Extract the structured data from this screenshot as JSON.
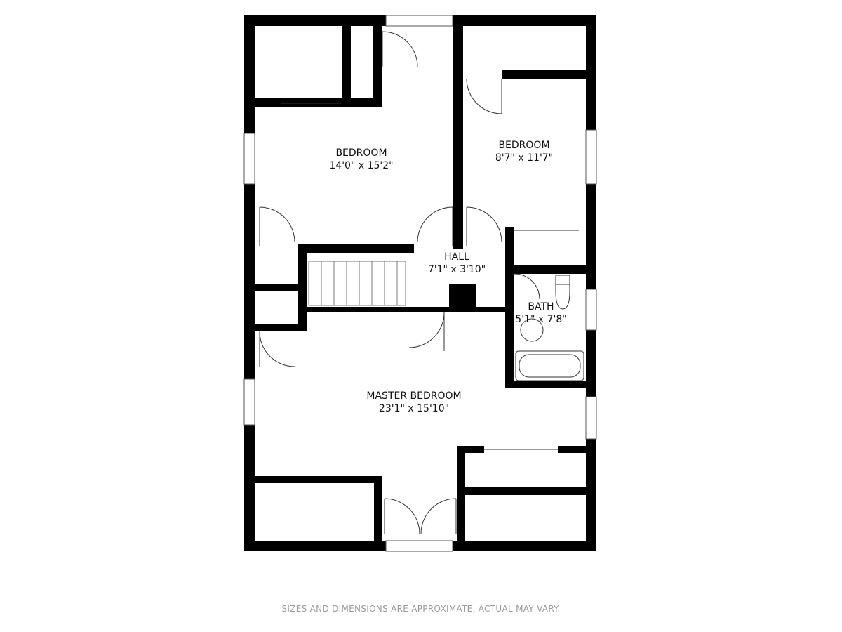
{
  "rooms": [
    {
      "name": "BEDROOM",
      "size": "14'0\" x 15'2\""
    },
    {
      "name": "BEDROOM",
      "size": "8'7\" x 11'7\""
    },
    {
      "name": "HALL",
      "size": "7'1\" x 3'10\""
    },
    {
      "name": "BATH",
      "size": "5'1\" x 7'8\""
    },
    {
      "name": "MASTER BEDROOM",
      "size": "23'1\" x 15'10\""
    }
  ],
  "disclaimer": "SIZES AND DIMENSIONS ARE APPROXIMATE, ACTUAL MAY VARY."
}
